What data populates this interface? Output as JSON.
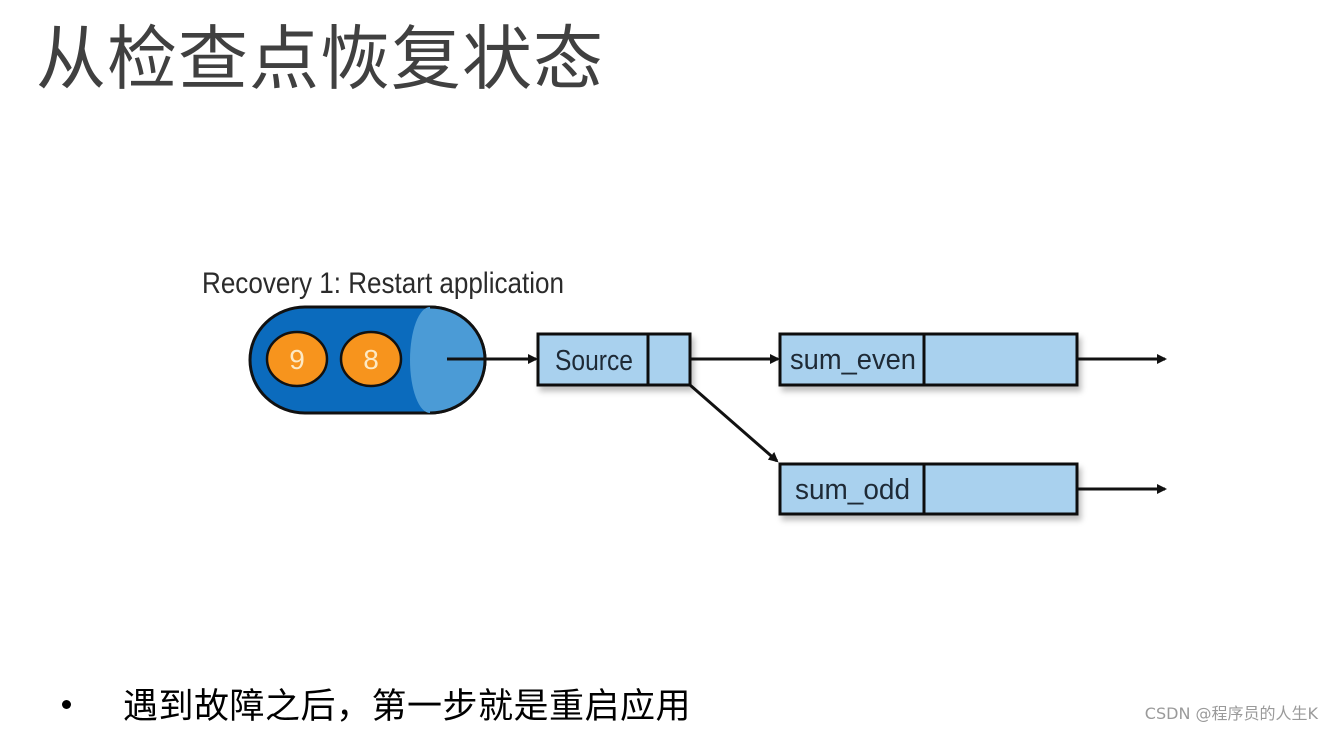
{
  "slide": {
    "title": "从检查点恢复状态",
    "bullets": [
      {
        "text": "遇到故障之后，第一步就是重启应用"
      }
    ],
    "watermark": "CSDN @程序员的人生K"
  },
  "diagram": {
    "caption": "Recovery 1: Restart application",
    "queue": {
      "items": [
        "9",
        "8"
      ],
      "colors": {
        "body": "#0b6bbd",
        "cap": "#4b9bd6",
        "item": "#f7941d",
        "item_text": "#fde9c4"
      }
    },
    "nodes": [
      {
        "id": "source",
        "label": "Source"
      },
      {
        "id": "sum_even",
        "label": "sum_even"
      },
      {
        "id": "sum_odd",
        "label": "sum_odd"
      }
    ],
    "edges": [
      {
        "from": "queue",
        "to": "source"
      },
      {
        "from": "source",
        "to": "sum_even"
      },
      {
        "from": "source",
        "to": "sum_odd"
      },
      {
        "from": "sum_even",
        "to": "output"
      },
      {
        "from": "sum_odd",
        "to": "output"
      }
    ],
    "colors": {
      "node_fill": "#a9d1ee",
      "stroke": "#111111"
    }
  }
}
